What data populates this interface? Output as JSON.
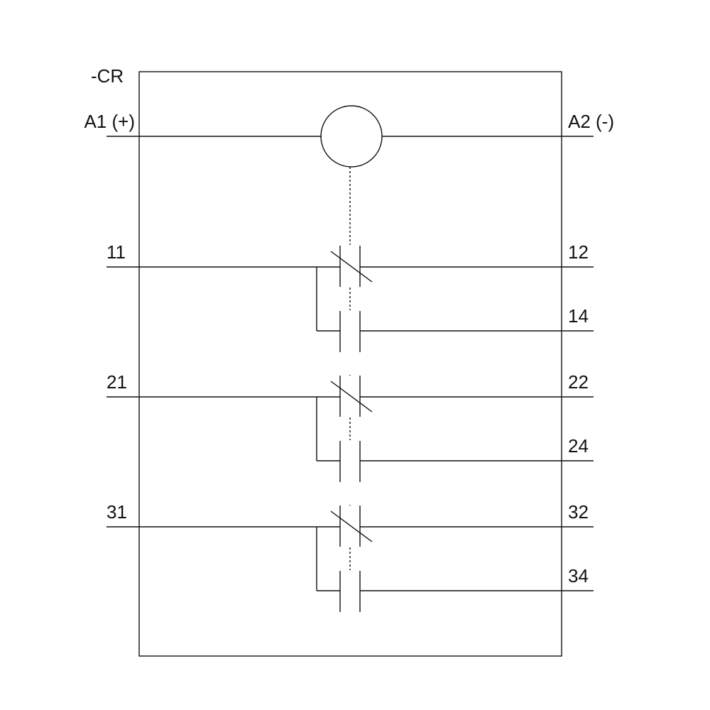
{
  "device_tag": "-CR",
  "coil": {
    "left_terminal": "A1 (+)",
    "right_terminal": "A2 (-)"
  },
  "contact_groups": [
    {
      "common": "11",
      "nc": "12",
      "no": "14"
    },
    {
      "common": "21",
      "nc": "22",
      "no": "24"
    },
    {
      "common": "31",
      "nc": "32",
      "no": "34"
    }
  ]
}
